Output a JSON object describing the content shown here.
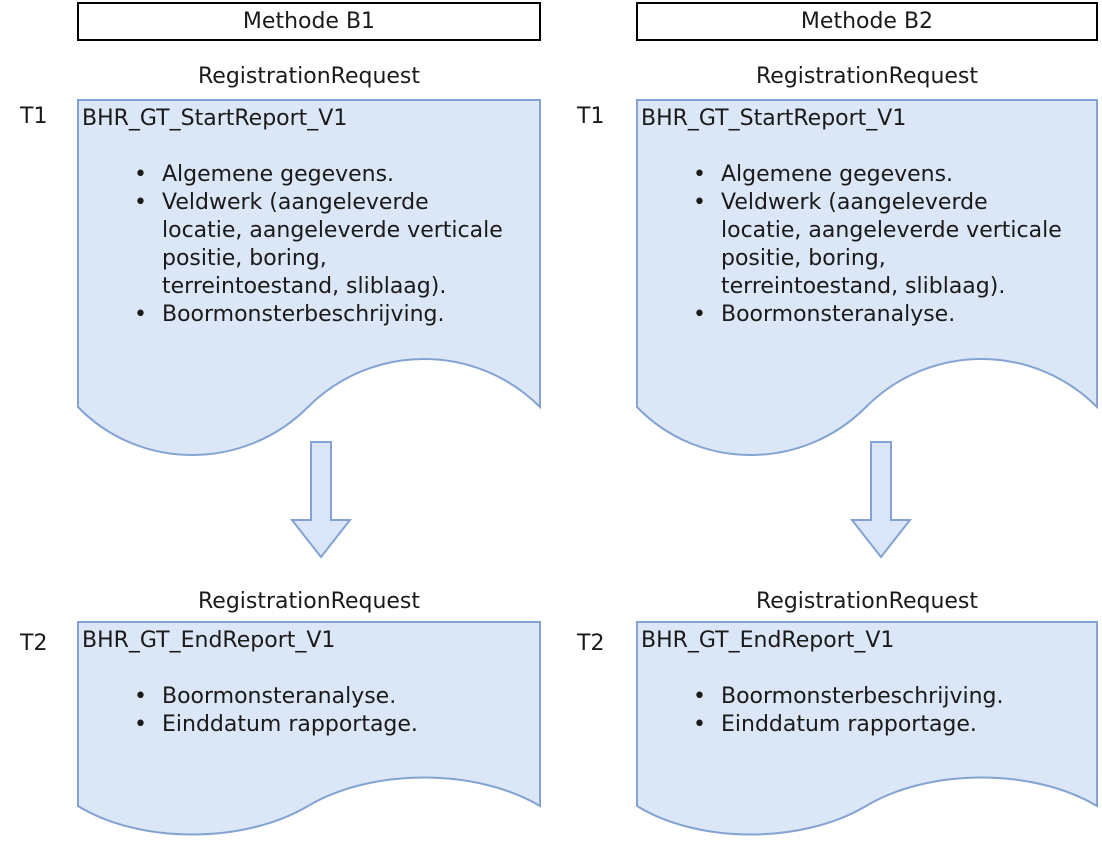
{
  "figure": {
    "description_labels": {
      "left_time_top": "T1",
      "left_time_bottom": "T2",
      "right_time_top": "T1",
      "right_time_bottom": "T2"
    }
  },
  "columns": [
    {
      "header": "Methode B1",
      "stages": [
        {
          "label": "RegistrationRequest",
          "time_label": "T1",
          "doc_title": "BHR_GT_StartReport_V1",
          "bullets": [
            "Algemene gegevens.",
            "Veldwerk (aangeleverde\nlocatie, aangeleverde verticale\npositie, boring,\nterreintoestand, sliblaag).",
            "Boormonsterbeschrijving."
          ]
        },
        {
          "label": "RegistrationRequest",
          "time_label": "T2",
          "doc_title": "BHR_GT_EndReport_V1",
          "bullets": [
            "Boormonsteranalyse.",
            "Einddatum rapportage."
          ]
        }
      ]
    },
    {
      "header": "Methode B2",
      "stages": [
        {
          "label": "RegistrationRequest",
          "time_label": "T1",
          "doc_title": "BHR_GT_StartReport_V1",
          "bullets": [
            "Algemene gegevens.",
            "Veldwerk (aangeleverde\nlocatie, aangeleverde verticale\npositie, boring,\nterreintoestand, sliblaag).",
            "Boormonsteranalyse."
          ]
        },
        {
          "label": "RegistrationRequest",
          "time_label": "T2",
          "doc_title": "BHR_GT_EndReport_V1",
          "bullets": [
            "Boormonsterbeschrijving.",
            "Einddatum rapportage."
          ]
        }
      ]
    }
  ],
  "colors": {
    "doc_fill": "#dbe6f6",
    "doc_border": "#84a3d2",
    "arrow_fill": "#dbe7f8",
    "arrow_border": "#84a3d2",
    "header_border": "#000000",
    "text_color": "#1a1a1a",
    "bg": "#ffffff"
  }
}
